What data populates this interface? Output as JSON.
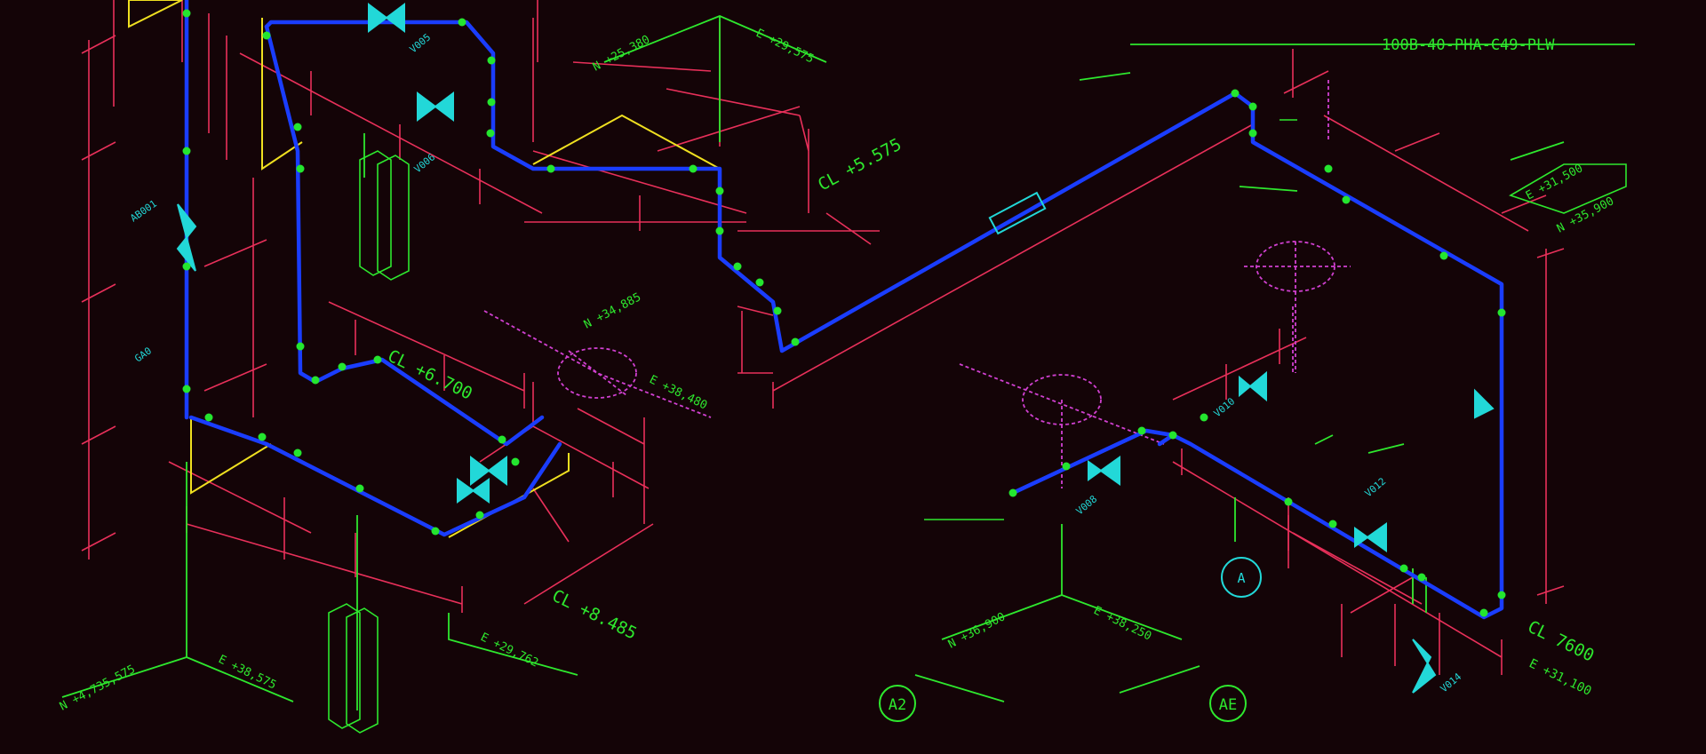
{
  "colors": {
    "background": "#140407",
    "pipe": "#1a3dff",
    "joint": "#24e62f",
    "dimension": "#e8305a",
    "label": "#2ee82e",
    "elbow": "#f0e020",
    "valve": "#22d8d8",
    "support": "#d040d0"
  },
  "labels": {
    "line_number_top": "100B-40-PHA-C49-PLW",
    "cl_top_mid": "CL +5.575",
    "cl_left_mid": "CL +6.700",
    "cl_bottom_left": "CL +8.485",
    "cl_bottom_right": "CL 7600",
    "sub_bottom_right": "E +31,100",
    "coord_bl_n": "N +4,735,575",
    "coord_bl_e": "E +38,575",
    "coord_bl2": "E +29,762",
    "coord_top_n": "N +25,380",
    "coord_top_e": "E +29,575",
    "coord_mid_n": "N +34,885",
    "coord_mid_e": "E +38,480",
    "coord_bm_n": "N +36,900",
    "coord_bm_e": "E +38,250",
    "coord_r_n": "N +35,900",
    "coord_r_e": "E +31,500",
    "marker_a2": "A2",
    "marker_ae": "AE",
    "marker_a": "A"
  }
}
